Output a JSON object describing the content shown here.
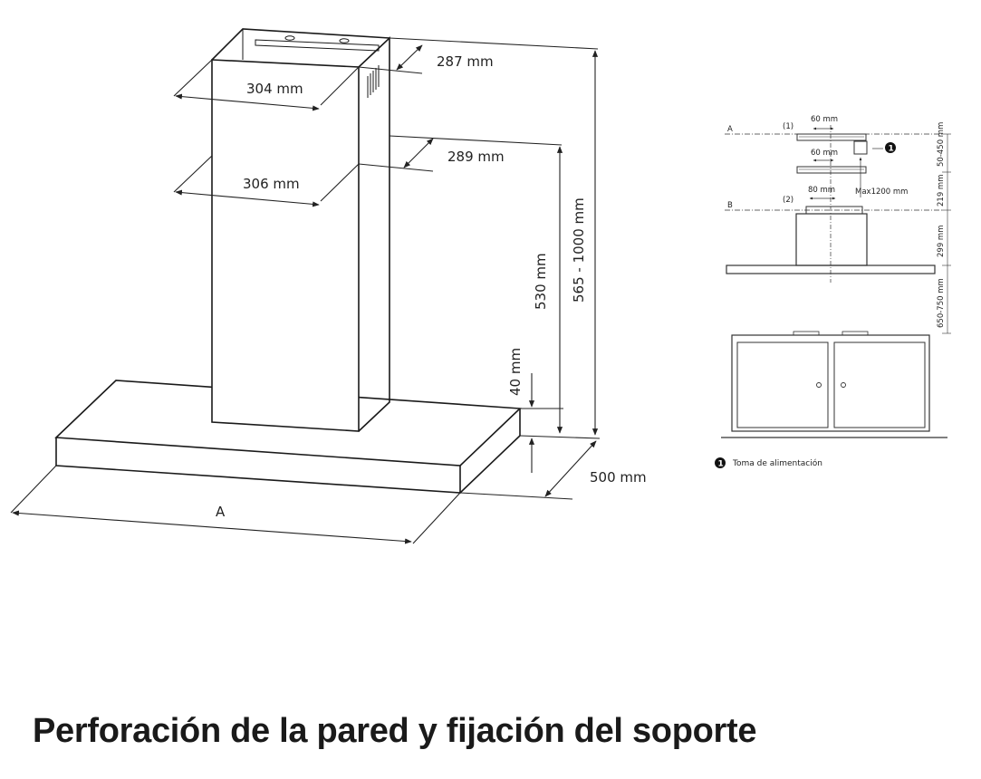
{
  "main_diagram": {
    "dims": {
      "depth_top": "287 mm",
      "width_top": "304 mm",
      "depth_mid": "289 mm",
      "width_mid": "306 mm",
      "height_chimney": "530 mm",
      "height_total": "565 - 1000 mm",
      "canopy_thickness": "40 mm",
      "canopy_depth": "500 mm",
      "canopy_width": "A"
    }
  },
  "side_diagram": {
    "line_a": "A",
    "line_b": "B",
    "bracket_1": "(1)",
    "bracket_2": "(2)",
    "dim_60_top": "60 mm",
    "dim_60_mid": "60 mm",
    "dim_80": "80 mm",
    "max_1200": "Max1200 mm",
    "v_50_450": "50-450 mm",
    "v_219": "219 mm",
    "v_299": "299 mm",
    "v_650_750": "650-750 mm",
    "marker_number": "1",
    "legend_marker": "1",
    "legend_text": "Toma de alimentación"
  },
  "heading": "Perforación de la pared y fijación del soporte"
}
